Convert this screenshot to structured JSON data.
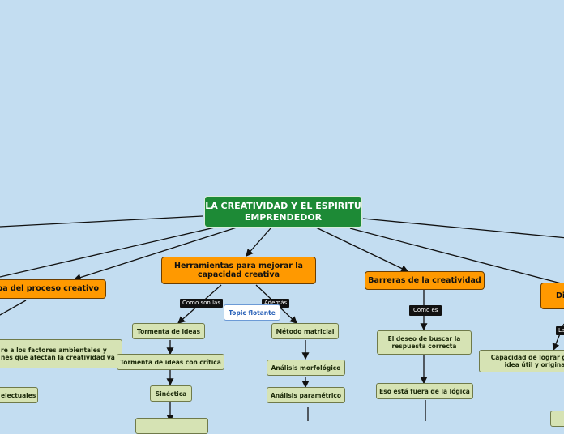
{
  "root": "LA CREATIVIDAD Y EL ESPIRITU EMPRENDEDOR",
  "main": {
    "etapa": "apa del proceso creativo",
    "herramientas": "Herramientas para mejorar la capacidad creativa",
    "barreras": "Barreras de la creatividad",
    "di": "Di"
  },
  "labels": {
    "como_son_las": "Como son las",
    "ademas": "Además",
    "como_es": "Como es",
    "la": "La"
  },
  "floating_topic": "Topic flotante",
  "sub": {
    "factores": "re a los factores ambientales y nes que afectan la creatividad va",
    "intelectuales": "electuales",
    "tormenta": "Tormenta de ideas",
    "tormenta_critica": "Tormenta de ideas con crítica",
    "sinectica": "Sinéctica",
    "metodo_matricial": "Método matricial",
    "morfologico": "Análisis morfológico",
    "parametrico": "Análisis paramétrico",
    "deseo": "El deseo de buscar la respuesta correcta",
    "logica": "Eso está fuera de la lógica",
    "capacidad": "Capacidad de lograr gene idea útil y origina"
  }
}
